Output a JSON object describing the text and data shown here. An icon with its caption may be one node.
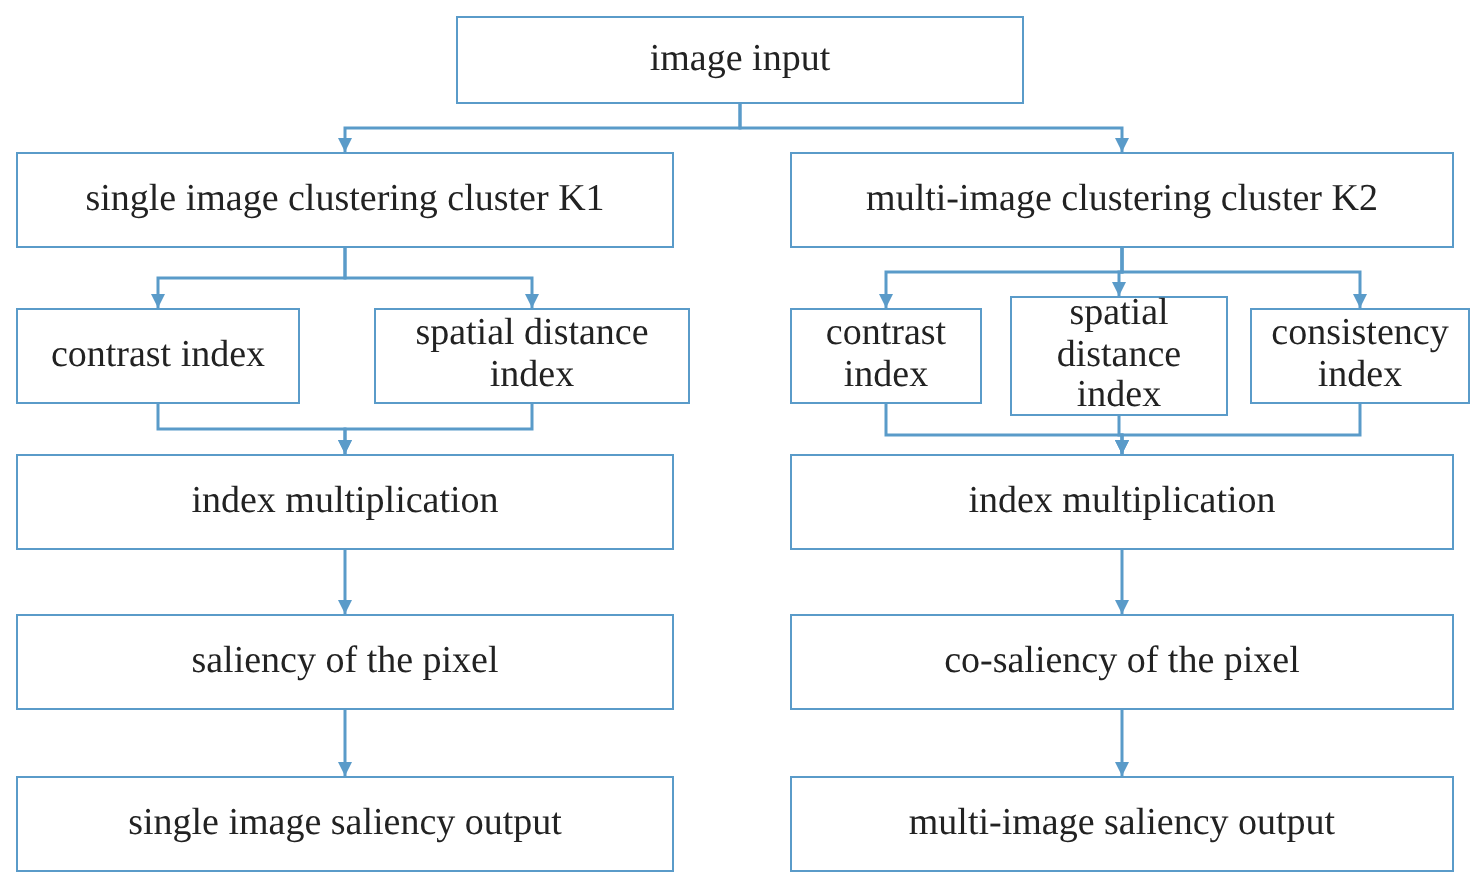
{
  "diagram": {
    "nodes": [
      {
        "text": [
          "image input"
        ]
      },
      {
        "text": [
          "single image clustering cluster K1"
        ]
      },
      {
        "text": [
          "multi-image clustering cluster K2"
        ]
      },
      {
        "text": [
          "contrast index"
        ]
      },
      {
        "text": [
          "spatial distance index"
        ]
      },
      {
        "text": [
          "contrast index"
        ]
      },
      {
        "text": [
          "spatial distance index"
        ]
      },
      {
        "text": [
          "consistency index"
        ]
      },
      {
        "text": [
          "index multiplication"
        ]
      },
      {
        "text": [
          "index multiplication"
        ]
      },
      {
        "text": [
          "saliency of the pixel"
        ]
      },
      {
        "text": [
          "co-saliency of the pixel"
        ]
      },
      {
        "text": [
          "single image saliency output"
        ]
      },
      {
        "text": [
          "multi-image saliency output"
        ]
      }
    ],
    "edges": [
      {
        "from": 0,
        "to": 1,
        "arrow": "to"
      },
      {
        "from": 0,
        "to": 2,
        "arrow": "to"
      },
      {
        "from": 1,
        "to": 3,
        "arrow": "to"
      },
      {
        "from": 1,
        "to": 4,
        "arrow": "to"
      },
      {
        "from": 2,
        "to": 5,
        "arrow": "to"
      },
      {
        "from": 2,
        "to": 6,
        "arrow": "to"
      },
      {
        "from": 2,
        "to": 7,
        "arrow": "to"
      },
      {
        "from": 3,
        "to": 8,
        "arrow": "to"
      },
      {
        "from": 4,
        "to": 8,
        "arrow": "to"
      },
      {
        "from": 5,
        "to": 9,
        "arrow": "to"
      },
      {
        "from": 6,
        "to": 9,
        "arrow": "to"
      },
      {
        "from": 7,
        "to": 9,
        "arrow": "to"
      },
      {
        "from": 8,
        "to": 10,
        "arrow": "to"
      },
      {
        "from": 10,
        "to": 12,
        "arrow": "to"
      },
      {
        "from": 9,
        "to": 11,
        "arrow": "to"
      },
      {
        "from": 11,
        "to": 13,
        "arrow": "to"
      }
    ]
  }
}
